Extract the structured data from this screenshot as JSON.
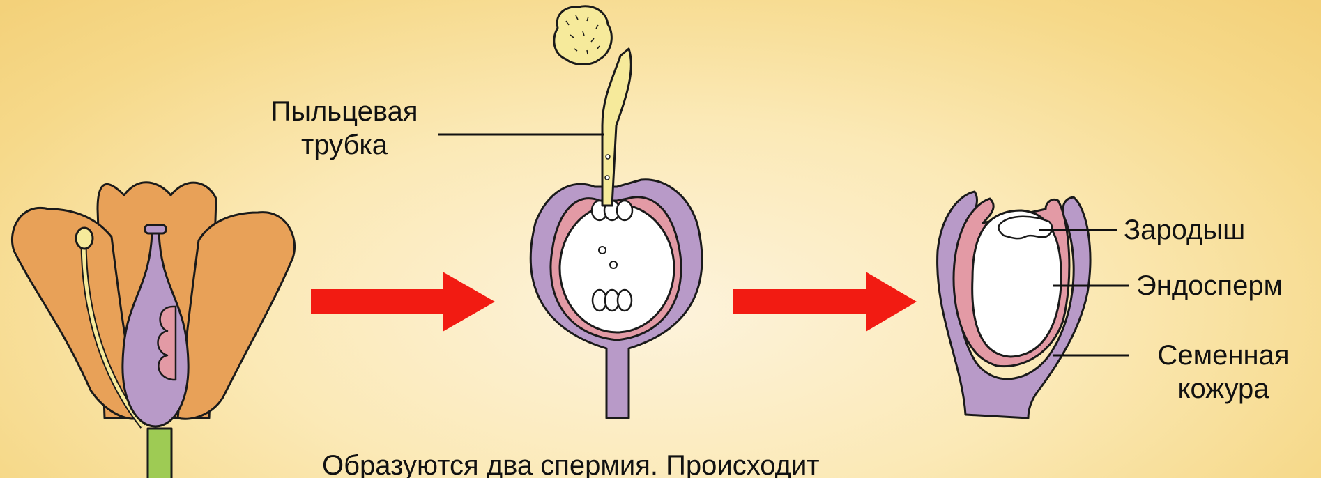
{
  "labels": {
    "pollen_tube_1": "Пыльцевая",
    "pollen_tube_2": "трубка",
    "embryo": "Зародыш",
    "endosperm": "Эндосперм",
    "seed_coat_1": "Семенная",
    "seed_coat_2": "кожура"
  },
  "caption": "Образуются два спермия. Происходит",
  "colors": {
    "petal": "#e8a158",
    "pistil": "#b89ac8",
    "pink": "#e39aa5",
    "stem": "#9ecb54",
    "pollen": "#f6ea9b",
    "arrow": "#f21b12"
  }
}
